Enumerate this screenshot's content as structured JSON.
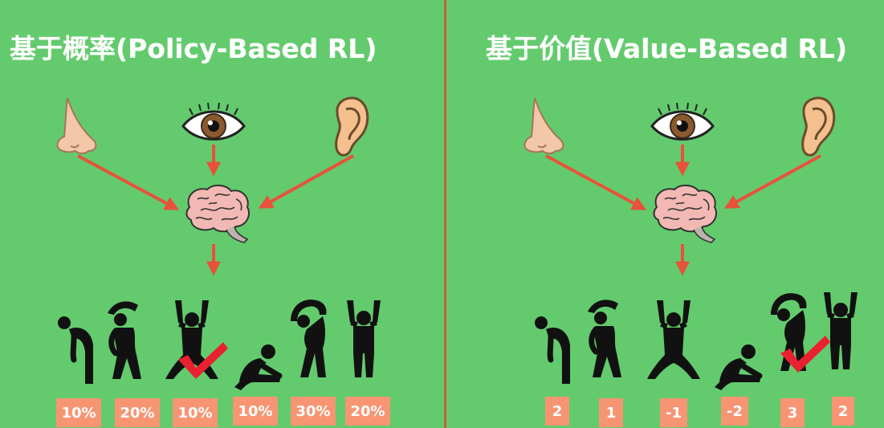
{
  "panels": [
    {
      "title": "基于概率(Policy-Based RL)",
      "labels": [
        "10%",
        "20%",
        "10%",
        "10%",
        "30%",
        "20%"
      ],
      "chosen_action": 3
    },
    {
      "title": "基于价值(Value-Based RL)",
      "labels": [
        "2",
        "1",
        "-1",
        "-2",
        "3",
        "2"
      ],
      "chosen_action": 5
    }
  ],
  "colors": {
    "background": "#63cb6d",
    "arrow": "#e8523a",
    "label_bg": "#f79573",
    "check": "#e82030",
    "divider": "#c9603a"
  },
  "icons": [
    "nose-icon",
    "eye-icon",
    "ear-icon",
    "brain-icon",
    "person-icon",
    "checkmark-icon"
  ]
}
